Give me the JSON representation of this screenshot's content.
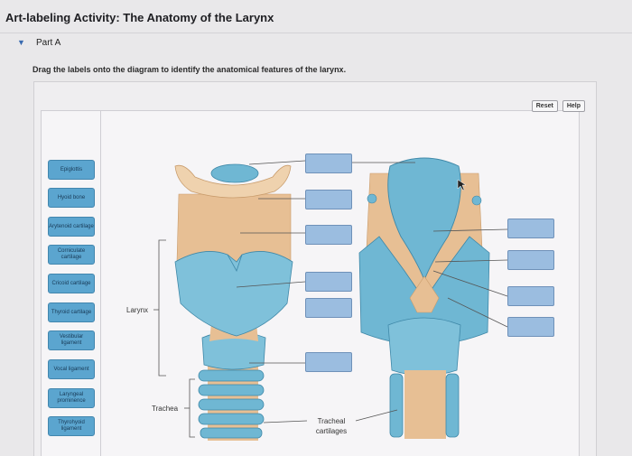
{
  "header": {
    "title": "Art-labeling Activity: The Anatomy of the Larynx"
  },
  "part": {
    "toggle_glyph": "▼",
    "label": "Part A"
  },
  "instructions": "Drag the labels onto the diagram to identify the anatomical features of the larynx.",
  "toolbar": {
    "reset_label": "Reset",
    "help_label": "Help"
  },
  "label_bank": [
    "Epiglottis",
    "Hyoid bone",
    "Arytenoid cartilage",
    "Corniculate cartilage",
    "Cricoid cartilage",
    "Thyroid cartilage",
    "Vestibular ligament",
    "Vocal ligament",
    "Laryngeal prominence",
    "Thyrohyoid ligament"
  ],
  "diagram": {
    "larynx_label": "Larynx",
    "trachea_label": "Trachea",
    "tracheal_cartilages_label": "Tracheal cartilages"
  },
  "colors": {
    "label_tile": "#5ba5cf",
    "drop_target": "#9bbde0",
    "cartilage_blue": "#6fb7d3",
    "ligament_tan": "#e7bf94"
  }
}
